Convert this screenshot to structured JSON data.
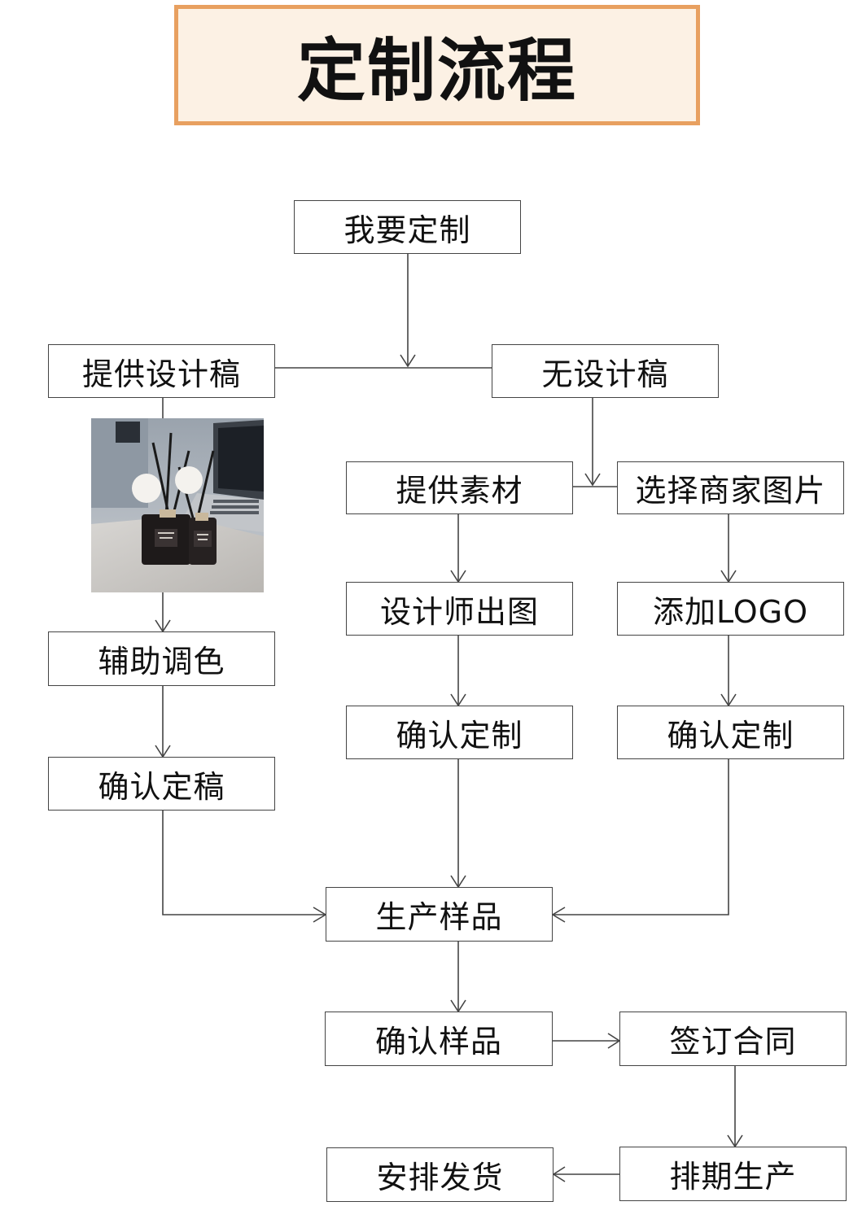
{
  "title": "定制流程",
  "nodes": {
    "want_custom": "我要定制",
    "provide_design": "提供设计稿",
    "no_design": "无设计稿",
    "provide_material": "提供素材",
    "choose_merchant_image": "选择商家图片",
    "designer_draft": "设计师出图",
    "add_logo": "添加LOGO",
    "assist_color": "辅助调色",
    "confirm_custom_left": "确认定制",
    "confirm_custom_right": "确认定制",
    "confirm_final": "确认定稿",
    "produce_sample": "生产样品",
    "confirm_sample": "确认样品",
    "sign_contract": "签订合同",
    "schedule_production": "排期生产",
    "arrange_shipping": "安排发货"
  },
  "colors": {
    "title_border": "#E8A060",
    "title_bg": "#FCF1E4",
    "line": "#444444"
  }
}
